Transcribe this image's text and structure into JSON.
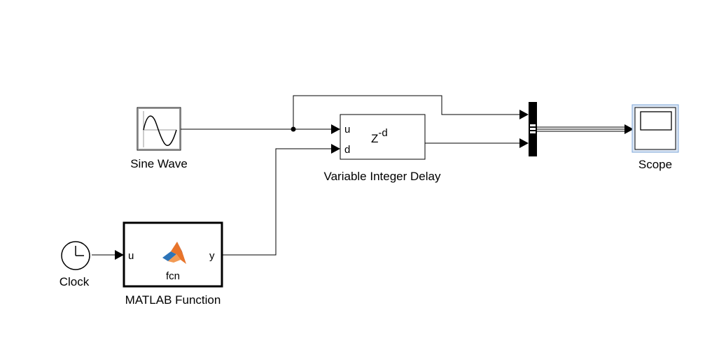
{
  "blocks": {
    "sine_wave": {
      "label": "Sine Wave"
    },
    "variable_integer_delay": {
      "label": "Variable Integer Delay",
      "port_u": "u",
      "port_d": "d",
      "transfer_base": "Z",
      "transfer_exponent": "-d"
    },
    "scope": {
      "label": "Scope"
    },
    "clock": {
      "label": "Clock"
    },
    "matlab_function": {
      "label": "MATLAB Function",
      "port_u": "u",
      "port_y": "y",
      "function_name": "fcn"
    }
  },
  "colors": {
    "scope_border": "#7fa7d9",
    "scope_screen": "#ffffff",
    "matlab_icon_orange": "#e8742a",
    "matlab_icon_blue": "#2d74b8"
  }
}
